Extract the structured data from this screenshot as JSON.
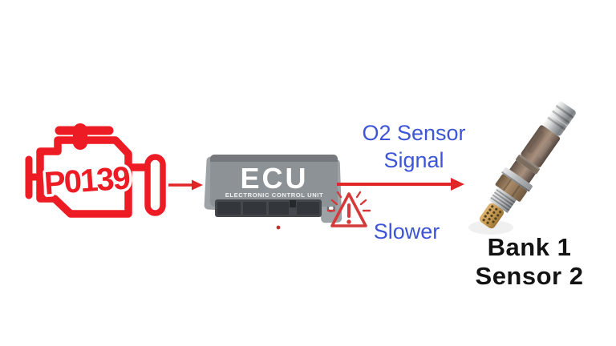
{
  "diagram": {
    "engine": {
      "trouble_code": "P0139"
    },
    "ecu": {
      "name": "ECU",
      "subtitle": "ELECTRONIC CONTROL UNIT"
    },
    "o2_signal": {
      "line1": "O2 Sensor",
      "line2": "Signal"
    },
    "warning": {
      "label": "Slower"
    },
    "sensor": {
      "line1": "Bank 1",
      "line2": "Sensor 2"
    },
    "colors": {
      "engine_red": "#ED1C24",
      "arrow_red": "#E02626",
      "warning_red": "#D43A3A",
      "label_blue": "#3D55D6",
      "text_black": "#131313",
      "ecu_body_gray": "#8D9296",
      "ecu_connector_gray": "#44484C"
    }
  }
}
